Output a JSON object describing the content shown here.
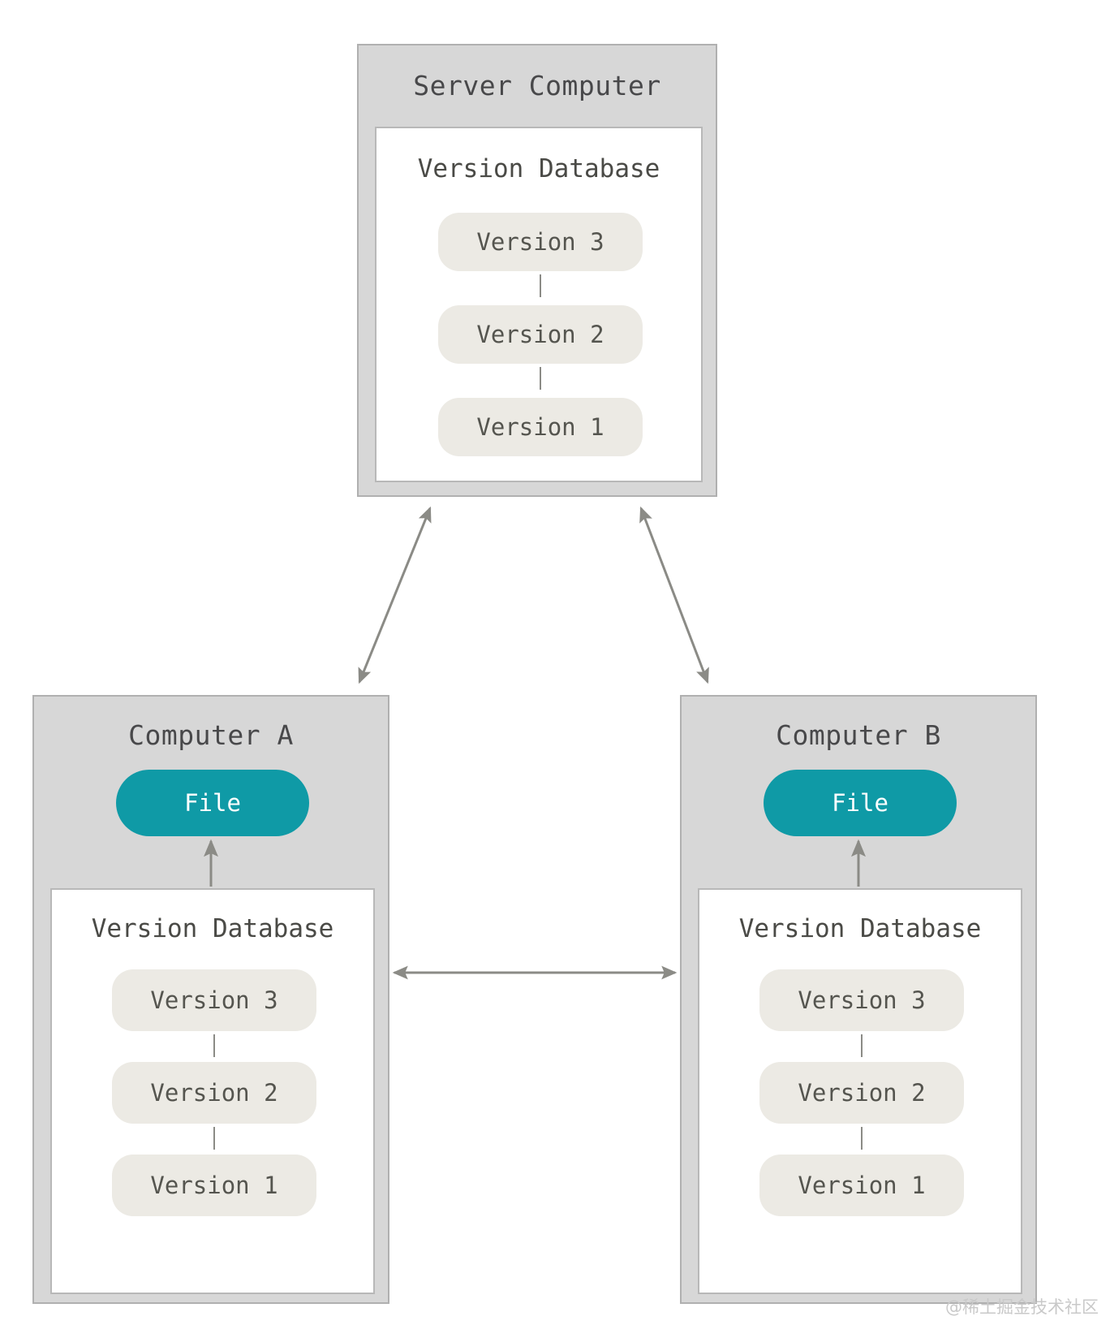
{
  "diagram": {
    "title_semantics": "centralized-version-control-system",
    "colors": {
      "box_fill": "#d7d7d7",
      "box_border": "#b0b0b0",
      "inner_fill": "#ffffff",
      "inner_border": "#b8b8b8",
      "pill_fill": "#eceae4",
      "file_pill_fill": "#0f9aa6",
      "file_pill_text": "#ffffff",
      "text": "#4a4a46",
      "arrow": "#8b8b86",
      "background": "#ffffff",
      "watermark": "#c9c9c9"
    }
  },
  "server": {
    "title": "Server Computer",
    "database": {
      "title": "Version Database",
      "versions": [
        {
          "label": "Version 3"
        },
        {
          "label": "Version 2"
        },
        {
          "label": "Version 1"
        }
      ]
    }
  },
  "computer_a": {
    "title": "Computer A",
    "file": {
      "label": "File"
    },
    "database": {
      "title": "Version Database",
      "versions": [
        {
          "label": "Version 3"
        },
        {
          "label": "Version 2"
        },
        {
          "label": "Version 1"
        }
      ]
    }
  },
  "computer_b": {
    "title": "Computer B",
    "file": {
      "label": "File"
    },
    "database": {
      "title": "Version Database",
      "versions": [
        {
          "label": "Version 3"
        },
        {
          "label": "Version 2"
        },
        {
          "label": "Version 1"
        }
      ]
    }
  },
  "connections": [
    {
      "name": "server-to-computer-a",
      "type": "bidirectional-arrow"
    },
    {
      "name": "server-to-computer-b",
      "type": "bidirectional-arrow"
    },
    {
      "name": "computer-a-to-computer-b",
      "type": "bidirectional-arrow"
    },
    {
      "name": "database-to-file-a",
      "type": "up-arrow"
    },
    {
      "name": "database-to-file-b",
      "type": "up-arrow"
    }
  ],
  "watermark": {
    "text": "@稀土掘金技术社区"
  }
}
